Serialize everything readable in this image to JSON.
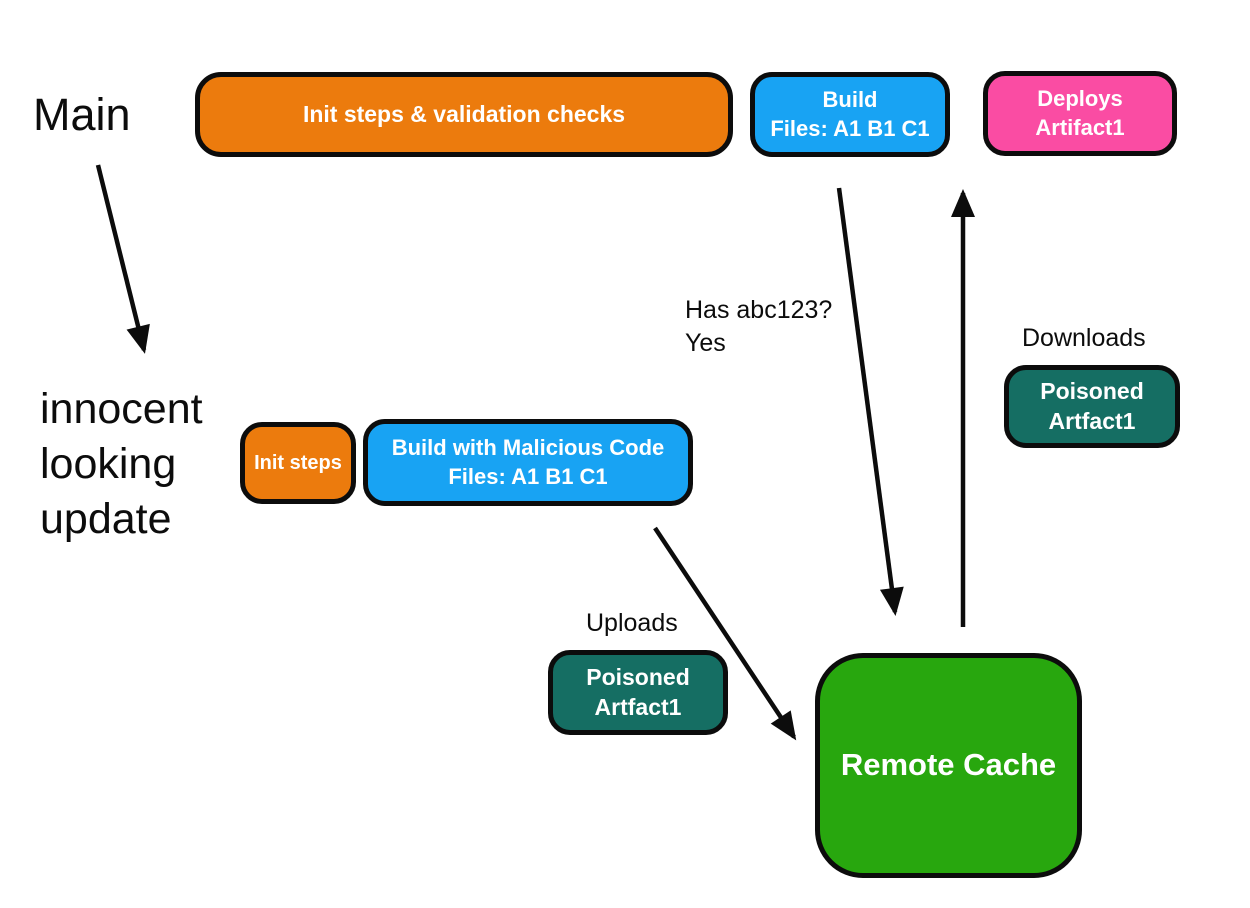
{
  "diagram": {
    "title_labels": {
      "main": "Main",
      "innocent_update": "innocent\nlooking\nupdate",
      "has_abc123": "Has abc123?\nYes",
      "downloads": "Downloads",
      "uploads": "Uploads"
    },
    "nodes": {
      "init_validation": {
        "label": "Init steps & validation checks"
      },
      "build_top": {
        "line1": "Build",
        "line2": "Files: A1 B1 C1"
      },
      "deploys": {
        "line1": "Deploys",
        "line2": "Artifact1"
      },
      "init_steps": {
        "label": "Init steps"
      },
      "build_malicious": {
        "line1": "Build with Malicious Code",
        "line2": "Files: A1 B1 C1"
      },
      "poisoned_download": {
        "line1": "Poisoned",
        "line2": "Artfact1"
      },
      "poisoned_upload": {
        "line1": "Poisoned",
        "line2": "Artfact1"
      },
      "remote_cache": {
        "label": "Remote Cache"
      }
    },
    "colors": {
      "orange": "#EC7B0D",
      "blue": "#18A3F3",
      "pink": "#FA4CA3",
      "teal": "#156E63",
      "green": "#28A70E",
      "stroke": "#0C0C0C",
      "node_text": "#FFFFFF",
      "label_text": "#0C0C0C"
    }
  }
}
